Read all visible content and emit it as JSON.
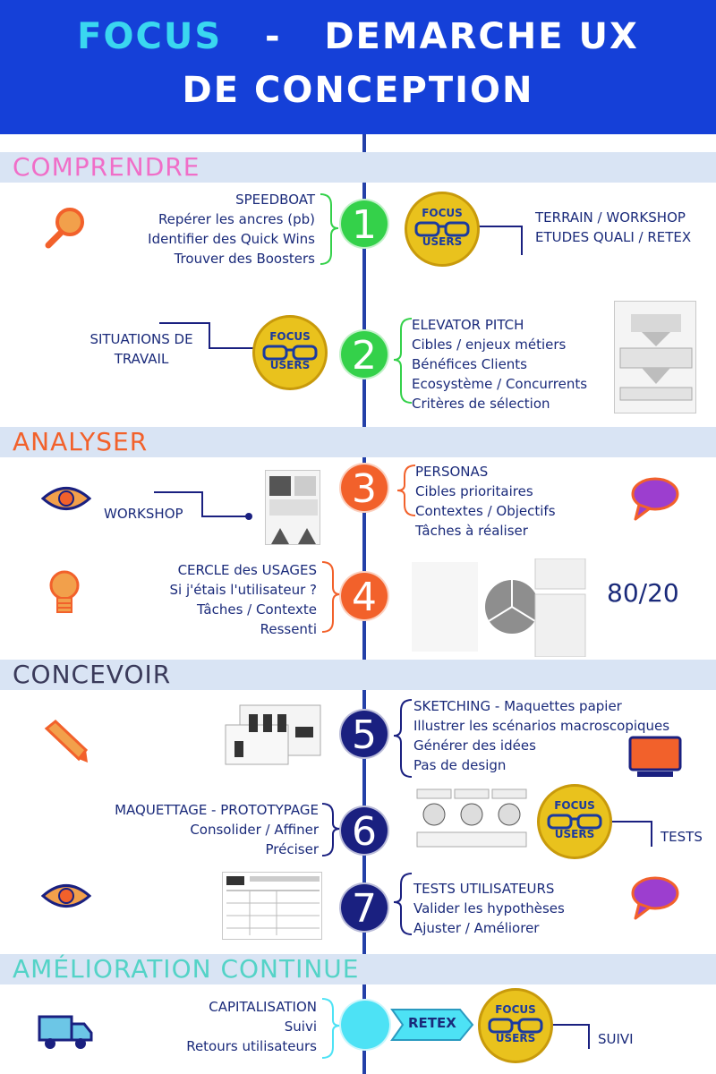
{
  "header": {
    "focus": "FOCUS",
    "dash": "-",
    "title_part1": "DEMARCHE UX",
    "title_part2": "DE CONCEPTION"
  },
  "colors": {
    "header_bg": "#1540d8",
    "focus_accent": "#3ad7f0",
    "band_bg": "#d9e4f4",
    "comprendre": "#f06ec8",
    "analyser": "#f2612b",
    "concevoir": "#1f2f8a",
    "amelioration": "#54d3c7",
    "green": "#34d14a",
    "orange": "#f2612b",
    "navy": "#1a2080",
    "cyan": "#4de2f5",
    "timeline": "#2440a8"
  },
  "sections": {
    "comprendre": "COMPRENDRE",
    "analyser": "ANALYSER",
    "concevoir": "CONCEVOIR",
    "amelioration": "AMÉLIORATION CONTINUE"
  },
  "badge": {
    "line1": "FOCUS",
    "line2": "USERS"
  },
  "steps": {
    "s1": {
      "num": "1",
      "left": [
        "SPEEDBOAT",
        "Repérer les ancres (pb)",
        "Identifier des Quick Wins",
        "Trouver des Boosters"
      ],
      "right": [
        "TERRAIN / WORKSHOP",
        "ETUDES QUALI / RETEX"
      ]
    },
    "s2": {
      "num": "2",
      "left": [
        "SITUATIONS DE",
        "TRAVAIL"
      ],
      "right": [
        "ELEVATOR PITCH",
        "Cibles / enjeux métiers",
        "Bénéfices Clients",
        "Ecosystème / Concurrents",
        "Critères de sélection"
      ]
    },
    "s3": {
      "num": "3",
      "left": [
        "WORKSHOP"
      ],
      "right": [
        "PERSONAS",
        "Cibles prioritaires",
        "Contextes / Objectifs",
        "Tâches à réaliser"
      ]
    },
    "s4": {
      "num": "4",
      "left": [
        "CERCLE des USAGES",
        "Si j'étais l'utilisateur ?",
        "Tâches / Contexte",
        "Ressenti"
      ],
      "ratio": "80/20"
    },
    "s5": {
      "num": "5",
      "right": [
        "SKETCHING - Maquettes papier",
        "Illustrer les scénarios macroscopiques",
        "Générer des idées",
        "Pas de design"
      ]
    },
    "s6": {
      "num": "6",
      "left": [
        "MAQUETTAGE - PROTOTYPAGE",
        "Consolider / Affiner",
        "Préciser"
      ],
      "right": [
        "TESTS"
      ]
    },
    "s7": {
      "num": "7",
      "right": [
        "TESTS UTILISATEURS",
        "Valider les hypothèses",
        "Ajuster / Améliorer"
      ]
    },
    "s8": {
      "left": [
        "CAPITALISATION",
        "Suivi",
        "Retours utilisateurs"
      ],
      "tag": "RETEX",
      "right": [
        "SUIVI"
      ]
    }
  }
}
